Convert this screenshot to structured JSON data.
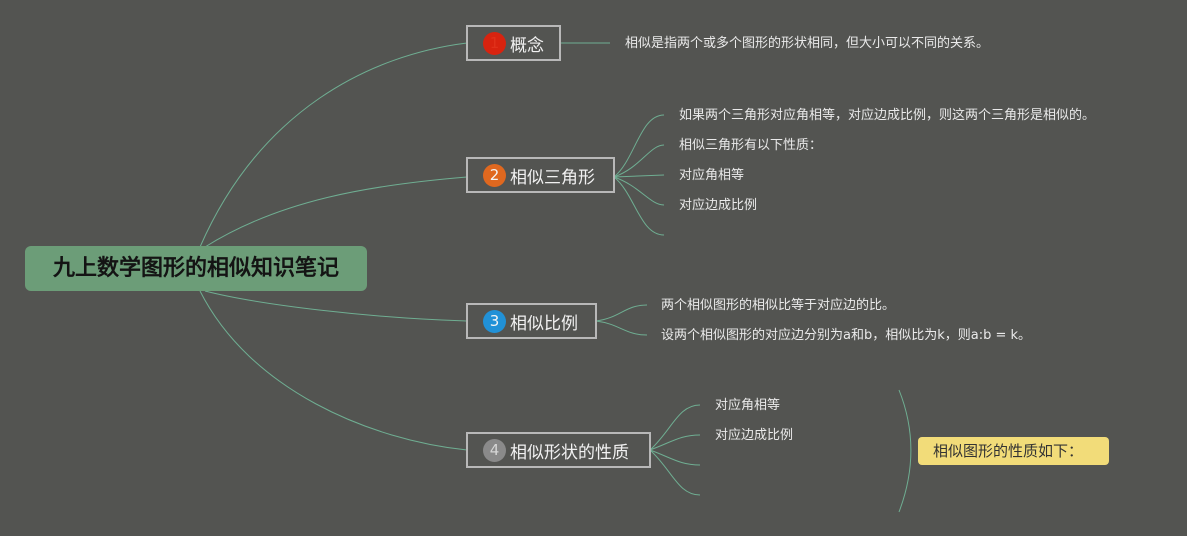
{
  "root": {
    "title": "九上数学图形的相似知识笔记"
  },
  "branches": [
    {
      "number": "1",
      "label": "概念",
      "color": "#d8230f",
      "items": [
        "相似是指两个或多个图形的形状相同，但大小可以不同的关系。"
      ]
    },
    {
      "number": "2",
      "label": "相似三角形",
      "color": "#e0681f",
      "items": [
        "如果两个三角形对应角相等，对应边成比例，则这两个三角形是相似的。",
        "相似三角形有以下性质：",
        "对应角相等",
        "对应边成比例"
      ]
    },
    {
      "number": "3",
      "label": "相似比例",
      "color": "#2191d7",
      "items": [
        "两个相似图形的相似比等于对应边的比。",
        "设两个相似图形的对应边分别为a和b，相似比为k，则a:b = k。"
      ]
    },
    {
      "number": "4",
      "label": "相似形状的性质",
      "color": "#8a8a8a",
      "items": [
        "对应角相等",
        "对应边成比例"
      ]
    }
  ],
  "summary_note": "相似图形的性质如下：",
  "colors": {
    "background": "#535451",
    "root_fill": "#6c9d78",
    "connector": "#6fae92",
    "note_fill": "#f2dc79"
  }
}
